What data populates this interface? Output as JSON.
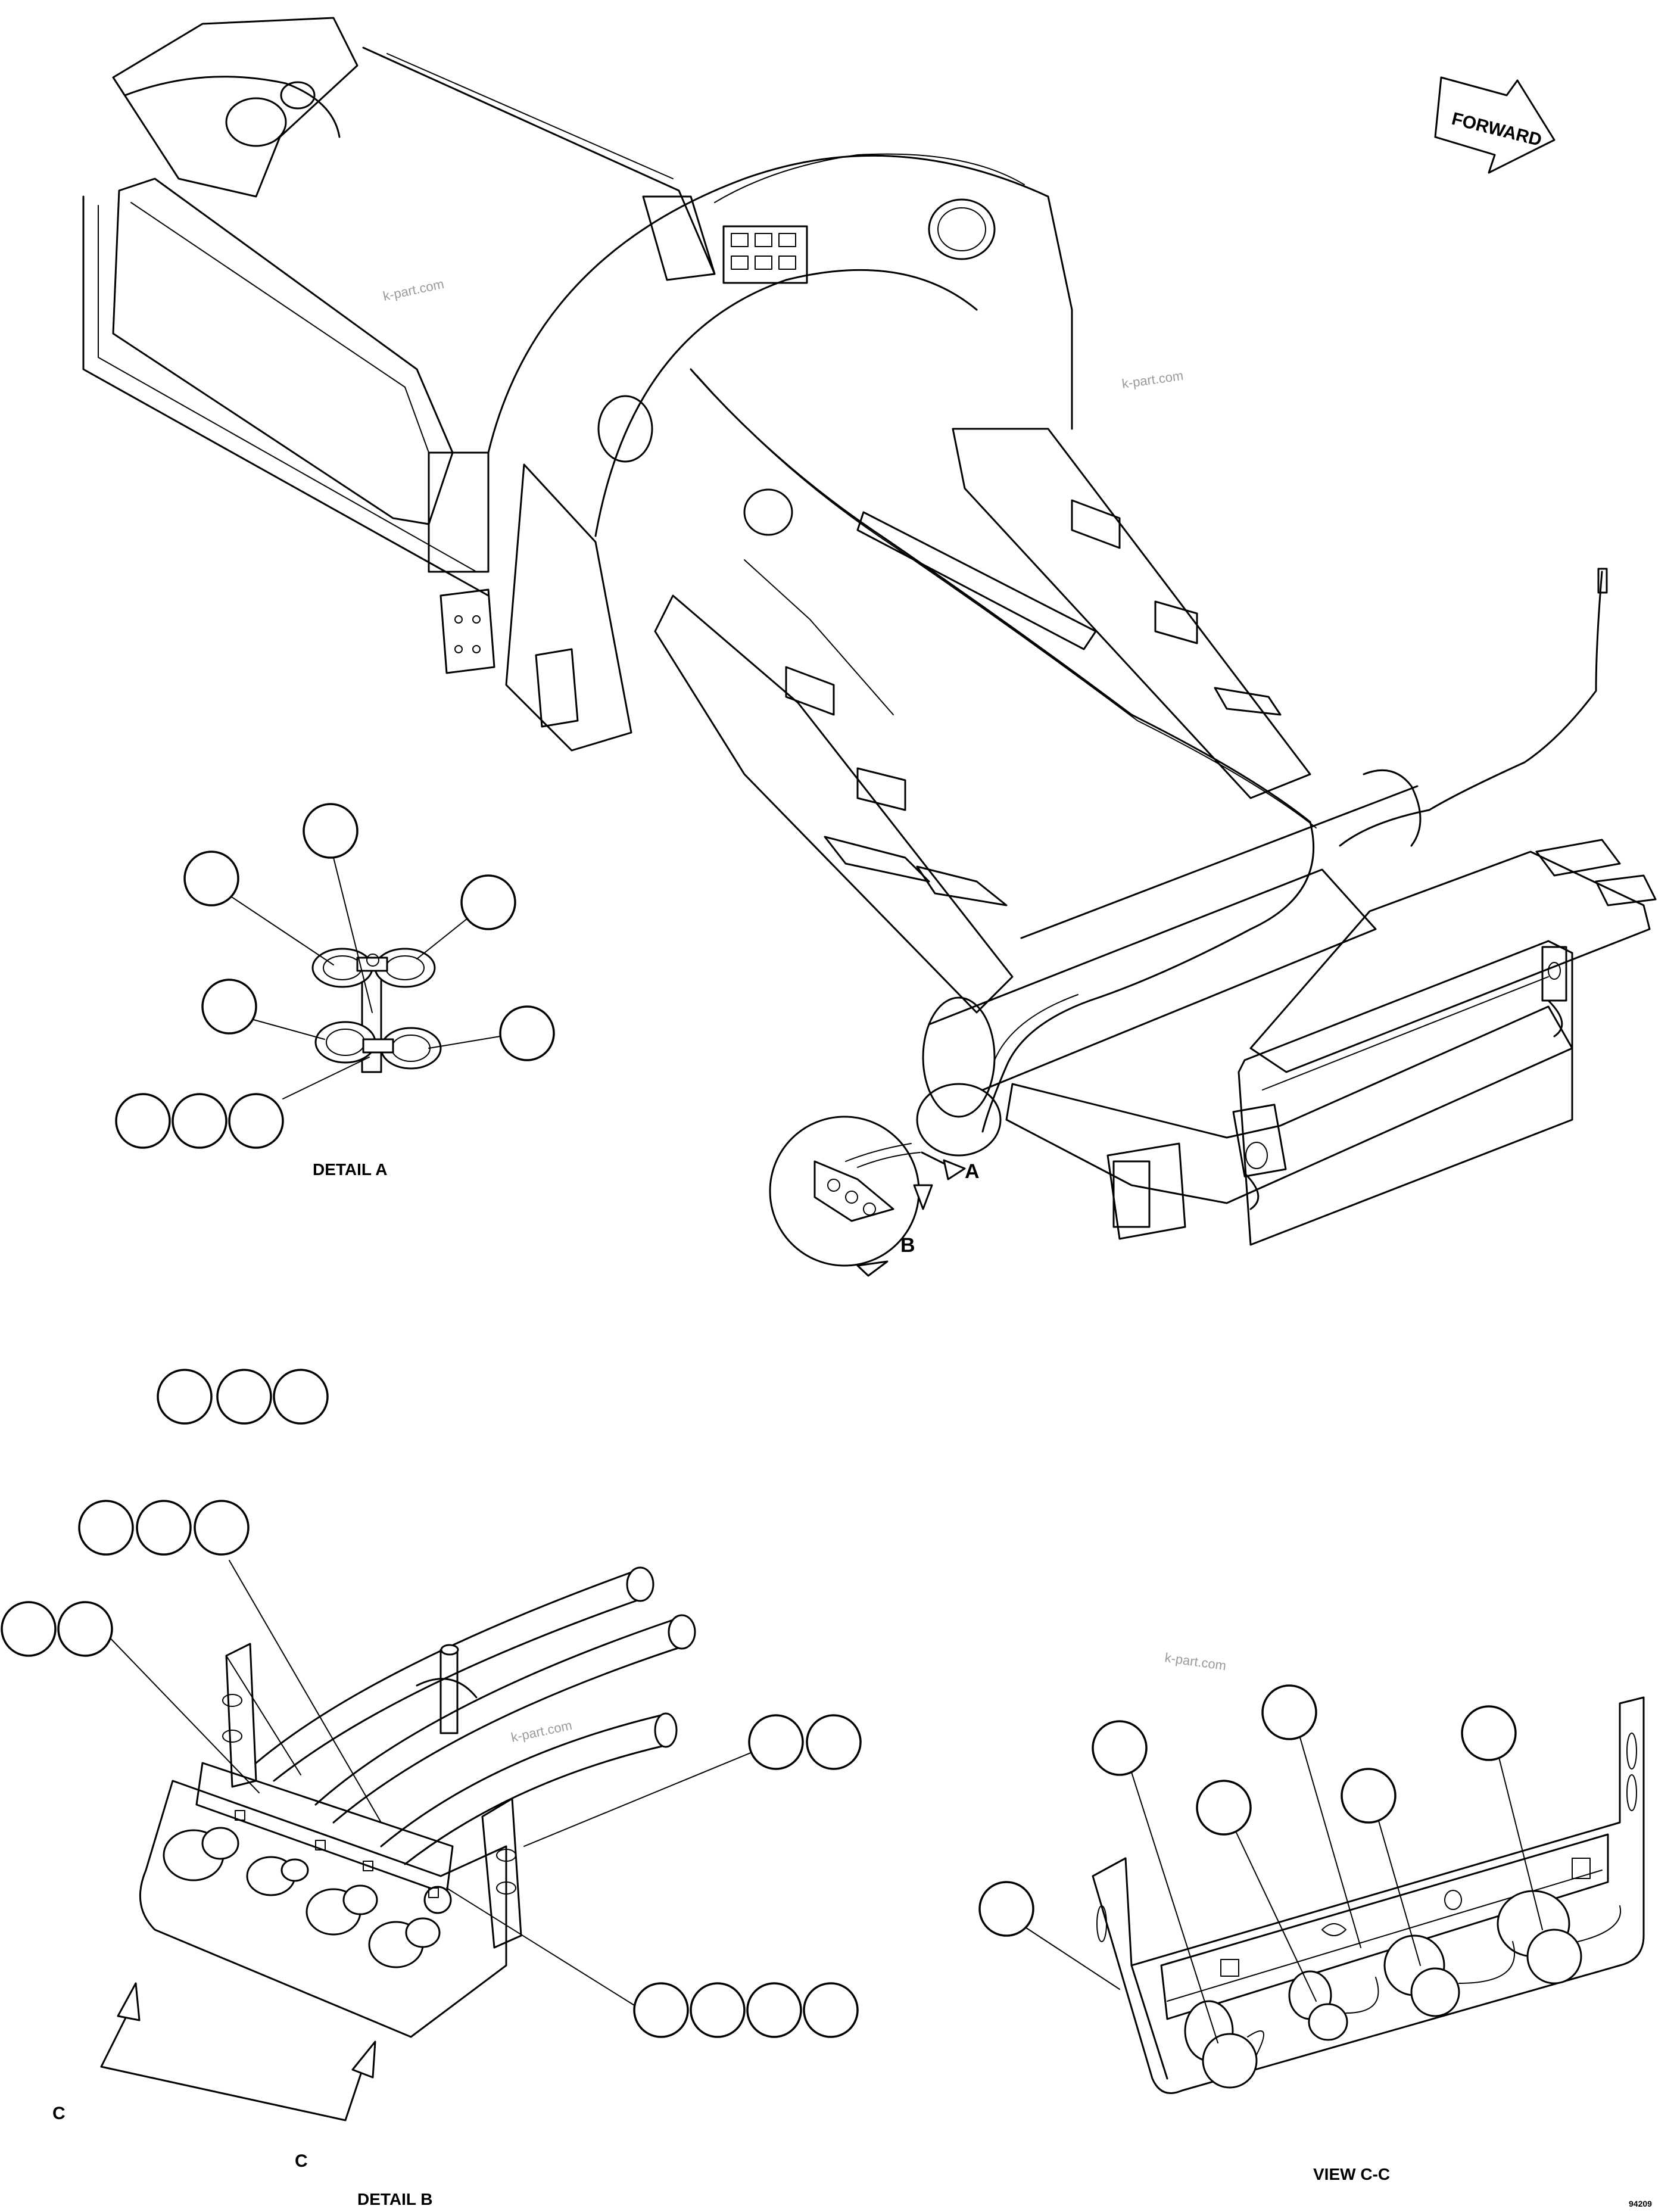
{
  "forward_label": "FORWARD",
  "detail_a_title": "DETAIL A",
  "detail_b_title": "DETAIL B",
  "view_cc_title": "VIEW C-C",
  "callout_a": "A",
  "callout_b": "B",
  "section_c_left": "C",
  "section_c_bottom": "C",
  "figure_number": "94209",
  "watermarks": [
    "k-part.com",
    "k-part.com",
    "k-part.com",
    "k-part.com"
  ]
}
